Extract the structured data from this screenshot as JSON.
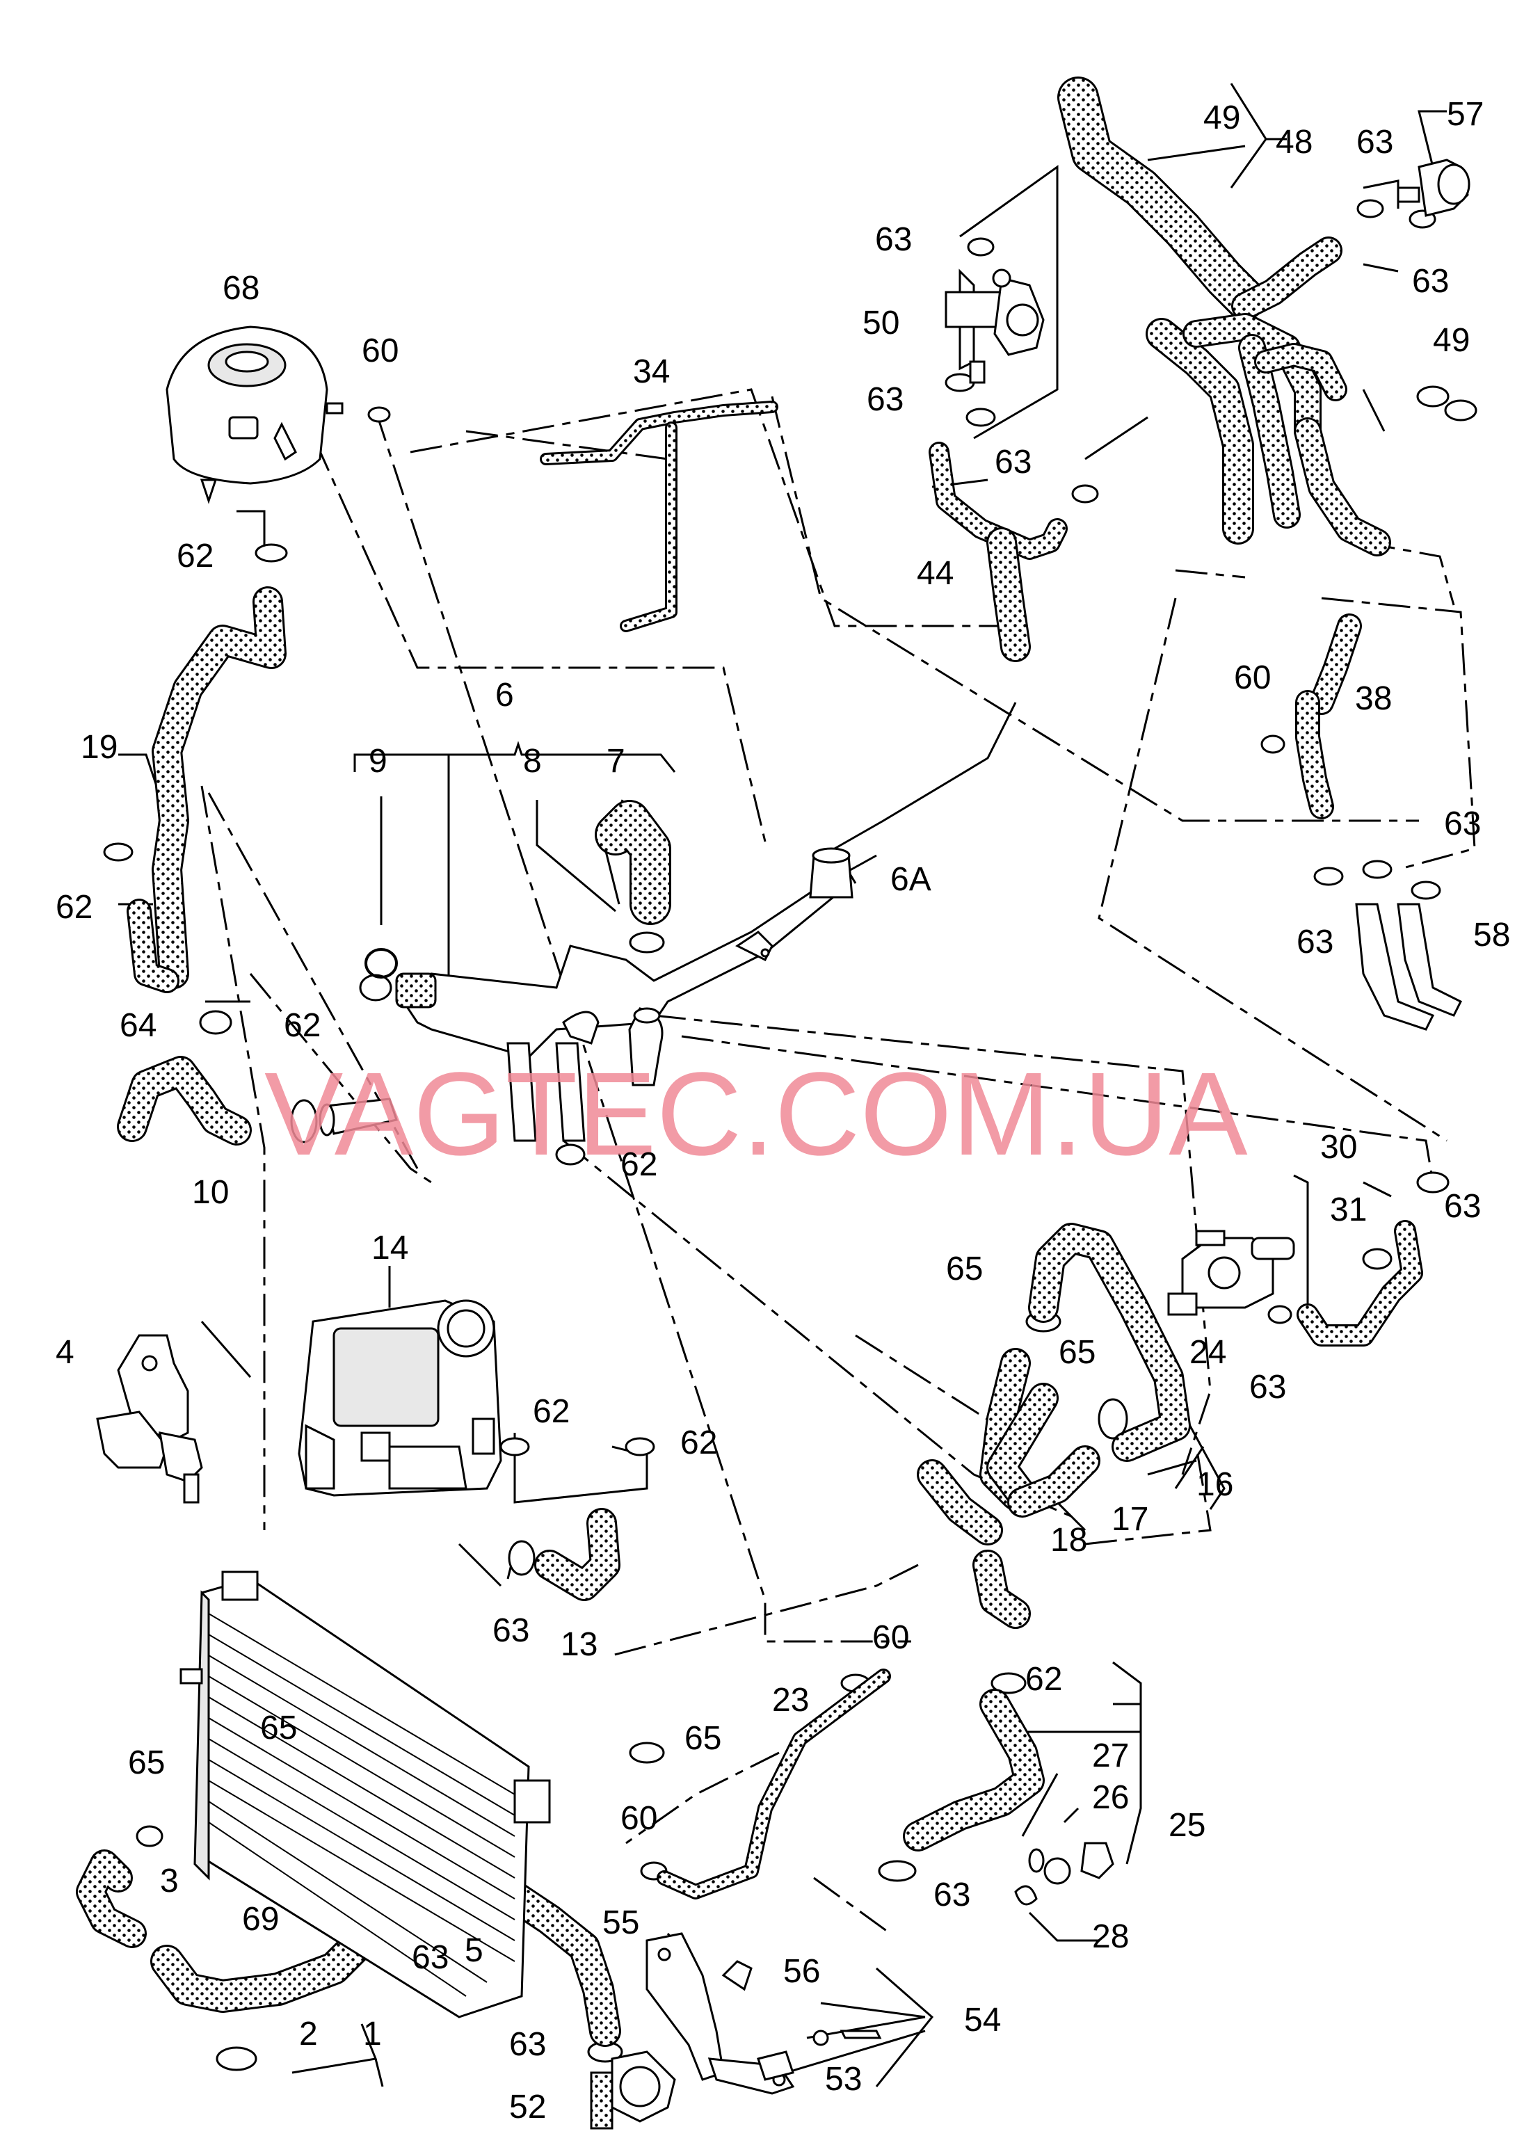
{
  "watermark": "VAGTEC.COM.UA",
  "labels": {
    "l1": "1",
    "l2": "2",
    "l3": "3",
    "l4": "4",
    "l5": "5",
    "l6": "6",
    "l6a": "6A",
    "l7": "7",
    "l8": "8",
    "l9": "9",
    "l10": "10",
    "l13": "13",
    "l14": "14",
    "l16": "16",
    "l17": "17",
    "l18": "18",
    "l19": "19",
    "l23": "23",
    "l24": "24",
    "l25": "25",
    "l26": "26",
    "l27": "27",
    "l28": "28",
    "l30": "30",
    "l31": "31",
    "l34": "34",
    "l38": "38",
    "l44": "44",
    "l48": "48",
    "l49a": "49",
    "l49b": "49",
    "l50": "50",
    "l52": "52",
    "l53": "53",
    "l54": "54",
    "l55": "55",
    "l56": "56",
    "l57": "57",
    "l58": "58",
    "l60a": "60",
    "l60b": "60",
    "l60c": "60",
    "l60d": "60",
    "l62a": "62",
    "l62b": "62",
    "l62c": "62",
    "l62d": "62",
    "l62e": "62",
    "l62f": "62",
    "l62g": "62",
    "l63a": "63",
    "l63b": "63",
    "l63c": "63",
    "l63d": "63",
    "l63e": "63",
    "l63f": "63",
    "l63g": "63",
    "l63h": "63",
    "l63i": "63",
    "l63j": "63",
    "l63k": "63",
    "l63l": "63",
    "l63m": "63",
    "l64": "64",
    "l65a": "65",
    "l65b": "65",
    "l65c": "65",
    "l65d": "65",
    "l65e": "65",
    "l68": "68",
    "l69": "69"
  }
}
